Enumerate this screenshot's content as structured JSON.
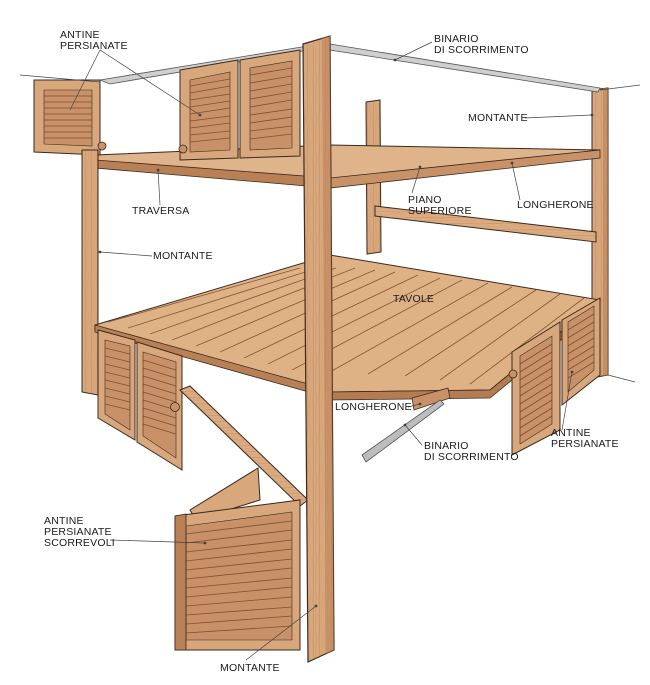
{
  "colors": {
    "wood": "#d9a77c",
    "wood_light": "#e6bc95",
    "wood_dark": "#b97f55",
    "wood_shadow": "#9c6a45",
    "outline": "#3a2a1e",
    "rail": "#c9c9c9",
    "leader": "#444444"
  },
  "labels": {
    "antine_persianate_top": [
      "ANTINE",
      "PERSIANATE"
    ],
    "binario_top": [
      "BINARIO",
      "DI SCORRIMENTO"
    ],
    "montante_right": "MONTANTE",
    "traversa": "TRAVERSA",
    "piano_superiore": [
      "PIANO",
      "SUPERIORE"
    ],
    "longherone_right": "LONGHERONE",
    "montante_left": "MONTANTE",
    "tavole": "TAVOLE",
    "longherone_center": "LONGHERONE",
    "binario_bottom": [
      "BINARIO",
      "DI SCORRIMENTO"
    ],
    "antine_persianate_right": [
      "ANTINE",
      "PERSIANATE"
    ],
    "antine_scorrevoli": [
      "ANTINE",
      "PERSIANATE",
      "SCORREVOLI"
    ],
    "montante_bottom": "MONTANTE"
  }
}
